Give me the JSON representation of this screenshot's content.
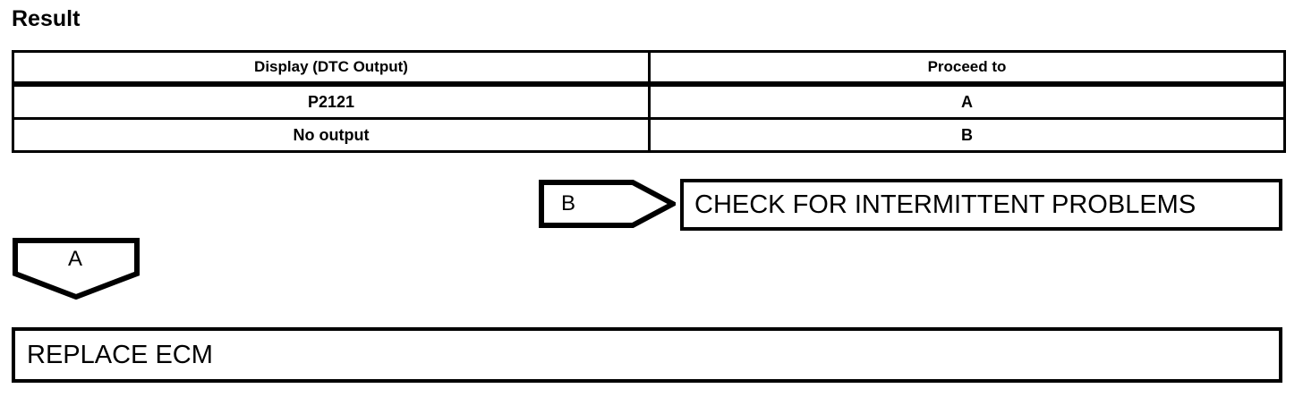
{
  "page": {
    "title": "Result",
    "background_color": "#ffffff",
    "line_color": "#000000"
  },
  "result_table": {
    "columns": [
      {
        "key": "display",
        "header": "Display (DTC Output)"
      },
      {
        "key": "proceed",
        "header": "Proceed to"
      }
    ],
    "rows": [
      {
        "display": "P2121",
        "proceed": "A"
      },
      {
        "display": "No output",
        "proceed": "B"
      }
    ]
  },
  "flow": {
    "connector_b": {
      "label": "B",
      "shape": "pennant-right"
    },
    "connector_a": {
      "label": "A",
      "shape": "pennant-down"
    },
    "box_intermittent": {
      "text": "CHECK FOR INTERMITTENT PROBLEMS"
    },
    "box_replace_ecm": {
      "text": "REPLACE ECM"
    }
  }
}
